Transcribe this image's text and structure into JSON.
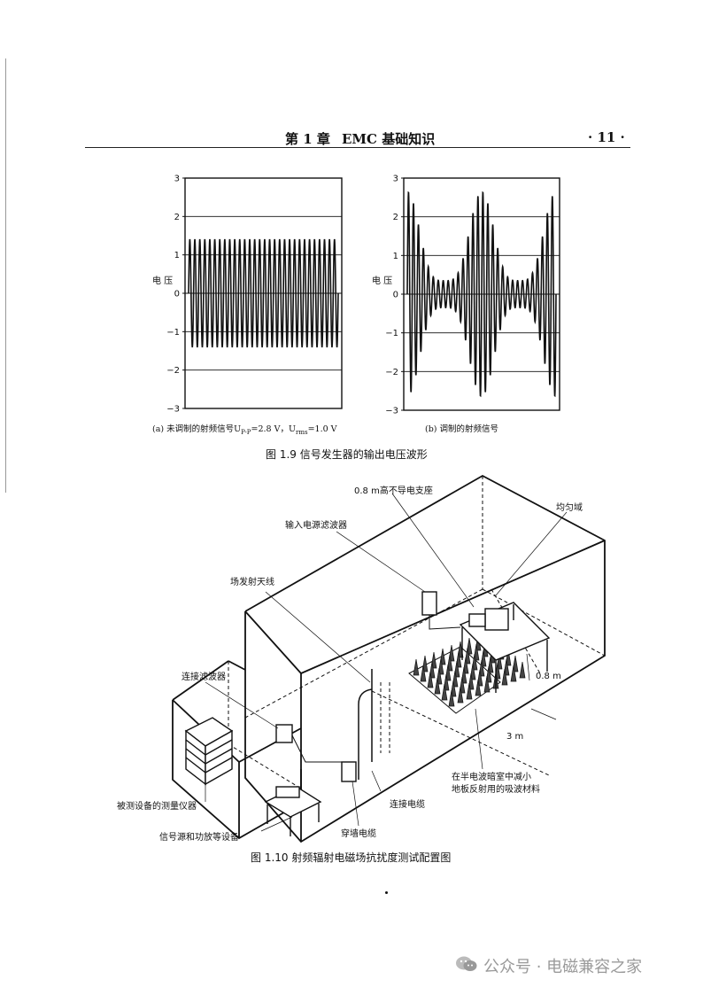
{
  "header": {
    "chapter": "第 1 章",
    "title": "EMC 基础知识",
    "page_number": "· 11 ·"
  },
  "figure_1_9": {
    "caption": "图 1.9   信号发生器的输出电压波形",
    "ylabel": "电 压",
    "sub_a": "(a) 未调制的射频信号U",
    "sub_a_sub1": "P-P",
    "sub_a_mid": "=2.8 V，U",
    "sub_a_sub2": "rms",
    "sub_a_end": "=1.0 V",
    "sub_b": "(b) 调制的射频信号",
    "chart_data": [
      {
        "type": "line",
        "title": "",
        "xlabel": "",
        "ylabel": "电压",
        "ylim": [
          -3,
          3
        ],
        "yticks": [
          "3",
          "2",
          "1",
          "0",
          "−1",
          "−2",
          "−3"
        ],
        "grid": true,
        "series": [
          {
            "peak_amplitude": 1.4,
            "cycles": 30
          }
        ]
      },
      {
        "type": "line",
        "title": "",
        "xlabel": "",
        "ylabel": "电压",
        "ylim": [
          -3,
          3
        ],
        "yticks": [
          "3",
          "2",
          "1",
          "0",
          "−1",
          "−2",
          "−3"
        ],
        "grid": true,
        "series": [
          {
            "peak_amplitude": 2.65,
            "min_amplitude": 0.35,
            "cycles": 30
          }
        ]
      }
    ]
  },
  "figure_1_10": {
    "caption": "图 1.10   射频辐射电磁场抗扰度测试配置图",
    "labels": {
      "stand": "0.8 m高不导电支座",
      "uniform": "均匀域",
      "input_filter": "输入电源滤波器",
      "antenna": "场发射天线",
      "connect_filter": "连接滤波器",
      "height": "0.8 m",
      "distance": "3 m",
      "absorber_1": "在半电波暗室中减小",
      "absorber_2": "地板反射用的吸波材料",
      "measure": "被测设备的测量仪器",
      "cable": "连接电缆",
      "source": "信号源和功放等设备",
      "wall_cable": "穿墙电缆"
    }
  },
  "watermark": {
    "text": "公众号 · 电磁兼容之家"
  }
}
